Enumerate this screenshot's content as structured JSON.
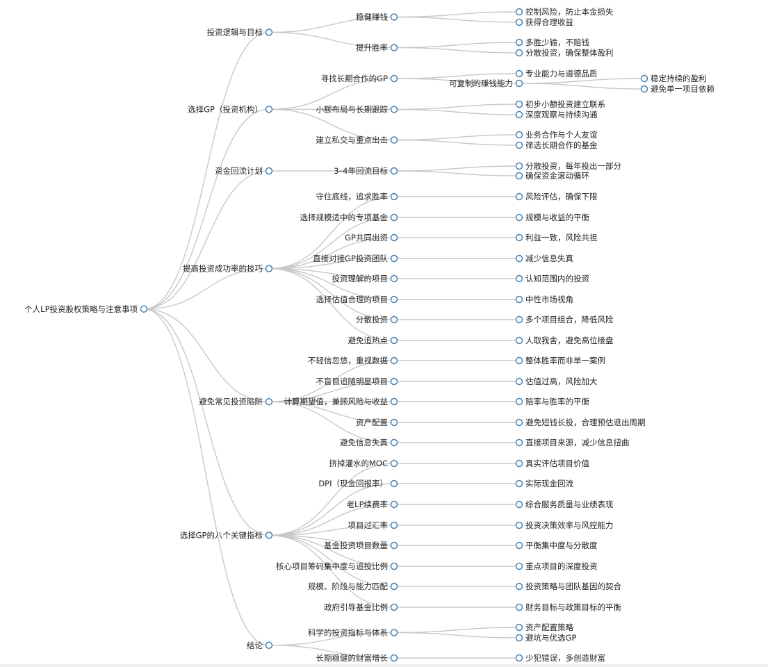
{
  "colors": {
    "link": "#c8c8c8",
    "node_stroke": "#4682b4",
    "node_fill": "#ffffff",
    "text": "#222222"
  },
  "tree": {
    "label": "个人LP投资股权策略与注意事项",
    "children": [
      {
        "label": "投资逻辑与目标",
        "children": [
          {
            "label": "稳健赚钱",
            "children": [
              {
                "label": "控制风险，防止本金损失"
              },
              {
                "label": "获得合理收益"
              }
            ]
          },
          {
            "label": "提升胜率",
            "children": [
              {
                "label": "多胜少输，不赔钱"
              },
              {
                "label": "分散投资，确保整体盈利"
              }
            ]
          }
        ]
      },
      {
        "label": "选择GP（投资机构）",
        "children": [
          {
            "label": "寻找长期合作的GP",
            "children": [
              {
                "label": "专业能力与道德品质"
              },
              {
                "label": "可复制的赚钱能力",
                "children": [
                  {
                    "label": "稳定持续的盈利"
                  },
                  {
                    "label": "避免单一项目依赖"
                  }
                ]
              }
            ]
          },
          {
            "label": "小额布局与长期跟踪",
            "children": [
              {
                "label": "初步小额投资建立联系"
              },
              {
                "label": "深度观察与持续沟通"
              }
            ]
          },
          {
            "label": "建立私交与重点出击",
            "children": [
              {
                "label": "业务合作与个人友谊"
              },
              {
                "label": "筛选长期合作的基金"
              }
            ]
          }
        ]
      },
      {
        "label": "资金回流计划",
        "children": [
          {
            "label": "3–4年回流目标",
            "children": [
              {
                "label": "分散投资，每年投出一部分"
              },
              {
                "label": "确保资金滚动循环"
              }
            ]
          }
        ]
      },
      {
        "label": "提高投资成功率的技巧",
        "children": [
          {
            "label": "守住底线，追求胜率",
            "children": [
              {
                "label": "风险评估，确保下限"
              }
            ]
          },
          {
            "label": "选择规模适中的专项基金",
            "children": [
              {
                "label": "规模与收益的平衡"
              }
            ]
          },
          {
            "label": "GP共同出资",
            "children": [
              {
                "label": "利益一致，风险共担"
              }
            ]
          },
          {
            "label": "直接对接GP投资团队",
            "children": [
              {
                "label": "减少信息失真"
              }
            ]
          },
          {
            "label": "投资理解的项目",
            "children": [
              {
                "label": "认知范围内的投资"
              }
            ]
          },
          {
            "label": "选择估值合理的项目",
            "children": [
              {
                "label": "中性市场视角"
              }
            ]
          },
          {
            "label": "分散投资",
            "children": [
              {
                "label": "多个项目组合，降低风险"
              }
            ]
          },
          {
            "label": "避免追热点",
            "children": [
              {
                "label": "人取我舍，避免高位接盘"
              }
            ]
          }
        ]
      },
      {
        "label": "避免常见投资陷阱",
        "children": [
          {
            "label": "不轻信忽悠，重视数据",
            "children": [
              {
                "label": "整体胜率而非单一案例"
              }
            ]
          },
          {
            "label": "不盲目追随明星项目",
            "children": [
              {
                "label": "估值过高，风险加大"
              }
            ]
          },
          {
            "label": "计算期望值，兼顾风险与收益",
            "children": [
              {
                "label": "赔率与胜率的平衡"
              }
            ]
          },
          {
            "label": "资产配置",
            "children": [
              {
                "label": "避免短钱长投，合理预估退出周期"
              }
            ]
          },
          {
            "label": "避免信息失真",
            "children": [
              {
                "label": "直接项目来源，减少信息扭曲"
              }
            ]
          }
        ]
      },
      {
        "label": "选择GP的八个关键指标",
        "children": [
          {
            "label": "挤掉灌水的MOC",
            "children": [
              {
                "label": "真实评估项目价值"
              }
            ]
          },
          {
            "label": "DPI（现金回报率）",
            "children": [
              {
                "label": "实际现金回流"
              }
            ]
          },
          {
            "label": "老LP续费率",
            "children": [
              {
                "label": "综合服务质量与业绩表现"
              }
            ]
          },
          {
            "label": "项目过汇率",
            "children": [
              {
                "label": "投资决策效率与风控能力"
              }
            ]
          },
          {
            "label": "基金投资项目数量",
            "children": [
              {
                "label": "平衡集中度与分散度"
              }
            ]
          },
          {
            "label": "核心项目筹码集中度与追投比例",
            "children": [
              {
                "label": "重点项目的深度投资"
              }
            ]
          },
          {
            "label": "规模、阶段与能力匹配",
            "children": [
              {
                "label": "投资策略与团队基因的契合"
              }
            ]
          },
          {
            "label": "政府引导基金比例",
            "children": [
              {
                "label": "财务目标与政策目标的平衡"
              }
            ]
          }
        ]
      },
      {
        "label": "结论",
        "children": [
          {
            "label": "科学的投资指标与体系",
            "children": [
              {
                "label": "资产配置策略"
              },
              {
                "label": "避坑与优选GP"
              }
            ]
          },
          {
            "label": "长期稳健的财富增长",
            "children": [
              {
                "label": "少犯错误，多创造财富"
              }
            ]
          }
        ]
      }
    ]
  }
}
